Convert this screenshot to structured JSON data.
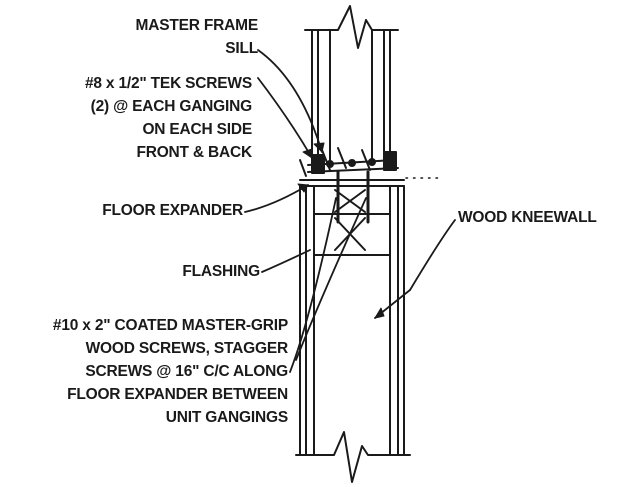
{
  "labels": {
    "master_frame_sill": [
      "MASTER FRAME",
      "SILL"
    ],
    "tek_screws": [
      "#8 x 1/2\" TEK SCREWS",
      "(2) @ EACH GANGING",
      "ON EACH SIDE",
      "FRONT & BACK"
    ],
    "floor_expander": "FLOOR EXPANDER",
    "flashing": "FLASHING",
    "wood_kneewall": "WOOD KNEEWALL",
    "wood_screws": [
      "#10 x 2\" COATED MASTER-GRIP",
      "WOOD SCREWS, STAGGER",
      "SCREWS @ 16\" C/C ALONG",
      "FLOOR EXPANDER BETWEEN",
      "UNIT GANGINGS"
    ]
  }
}
